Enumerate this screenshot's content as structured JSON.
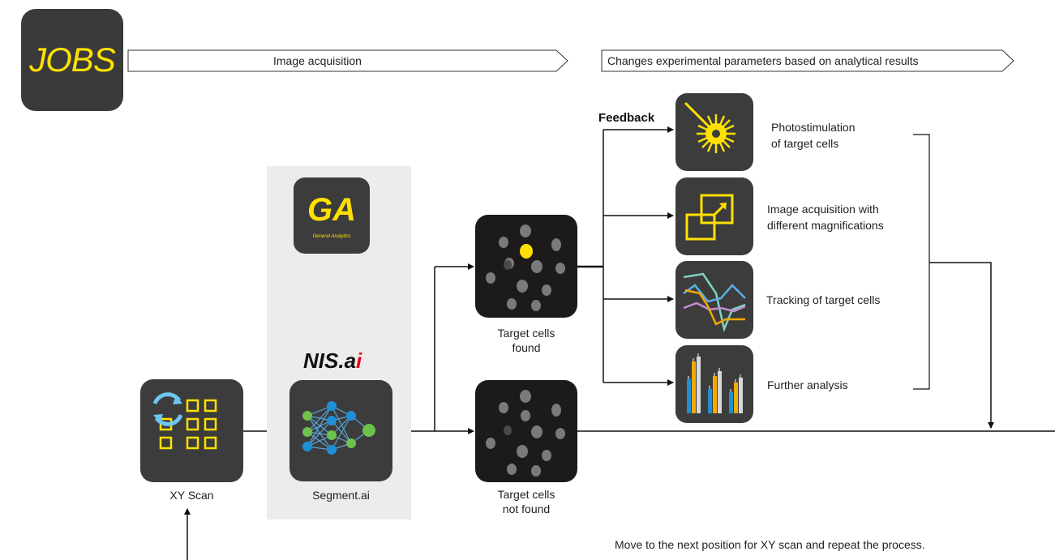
{
  "header": {
    "logo_text": "JOBS",
    "banner_left": "Image acquisition",
    "banner_right": "Changes experimental parameters based on analytical results"
  },
  "pipeline": {
    "xy_scan_label": "XY Scan",
    "nis_ai_prefix": "NIS.a",
    "nis_ai_suffix": "i",
    "ga_title": "GA",
    "ga_subtitle": "General Analytics",
    "segment_label": "Segment.ai",
    "found_label_line1": "Target cells",
    "found_label_line2": "found",
    "not_found_label_line1": "Target cells",
    "not_found_label_line2": "not found",
    "feedback_label": "Feedback"
  },
  "options": [
    {
      "icon": "photostimulation-icon",
      "line1": "Photostimulation",
      "line2": "of target cells"
    },
    {
      "icon": "magnification-icon",
      "line1": "Image acquisition with",
      "line2": "different magnifications"
    },
    {
      "icon": "tracking-icon",
      "line1": "Tracking of target cells",
      "line2": ""
    },
    {
      "icon": "bar-chart-icon",
      "line1": "Further analysis",
      "line2": ""
    }
  ],
  "footer": {
    "repeat_text": "Move to the next position for XY scan and repeat the process."
  },
  "colors": {
    "accent_yellow": "#ffe100",
    "tile_gray": "#3c3c3c",
    "nis_red": "#e60012",
    "panel_gray": "#ececec"
  }
}
